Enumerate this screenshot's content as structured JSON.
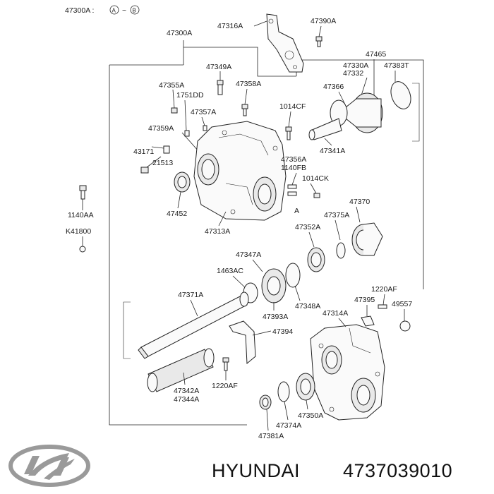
{
  "header": {
    "assembly_ref": "47300A :",
    "circle_a": "A",
    "sep": "~",
    "circle_b": "B"
  },
  "labels": {
    "l47300A": "47300A",
    "l47316A": "47316A",
    "l47390A": "47390A",
    "l47465": "47465",
    "l47330A": "47330A",
    "l47332": "47332",
    "l47383T": "47383T",
    "l47349A": "47349A",
    "l47355A": "47355A",
    "l1751DD": "1751DD",
    "l47358A": "47358A",
    "l47366": "47366",
    "l1014CF": "1014CF",
    "l47357A": "47357A",
    "l47359A": "47359A",
    "l43171": "43171",
    "l21513": "21513",
    "l47341A": "47341A",
    "l47356A": "47356A",
    "l1140FB": "1140FB",
    "l1014CK": "1014CK",
    "l1140AA": "1140AA",
    "lK41800": "K41800",
    "l47452": "47452",
    "l47313A": "47313A",
    "lA": "A",
    "l47370": "47370",
    "l47375A": "47375A",
    "l47352A": "47352A",
    "l47347A": "47347A",
    "l1463AC": "1463AC",
    "l47371A": "47371A",
    "l47393A": "47393A",
    "l47348A": "47348A",
    "l47314A": "47314A",
    "l1220AF_top": "1220AF",
    "l47395": "47395",
    "l49557": "49557",
    "l47394": "47394",
    "l47342A": "47342A",
    "l47344A": "47344A",
    "l1220AF_bot": "1220AF",
    "l47350A": "47350A",
    "l47374A": "47374A",
    "l47381A": "47381A"
  },
  "footer": {
    "brand": "HYUNDAI",
    "part_number": "4737039010",
    "logo_icon": "hyundai-logo-icon"
  }
}
